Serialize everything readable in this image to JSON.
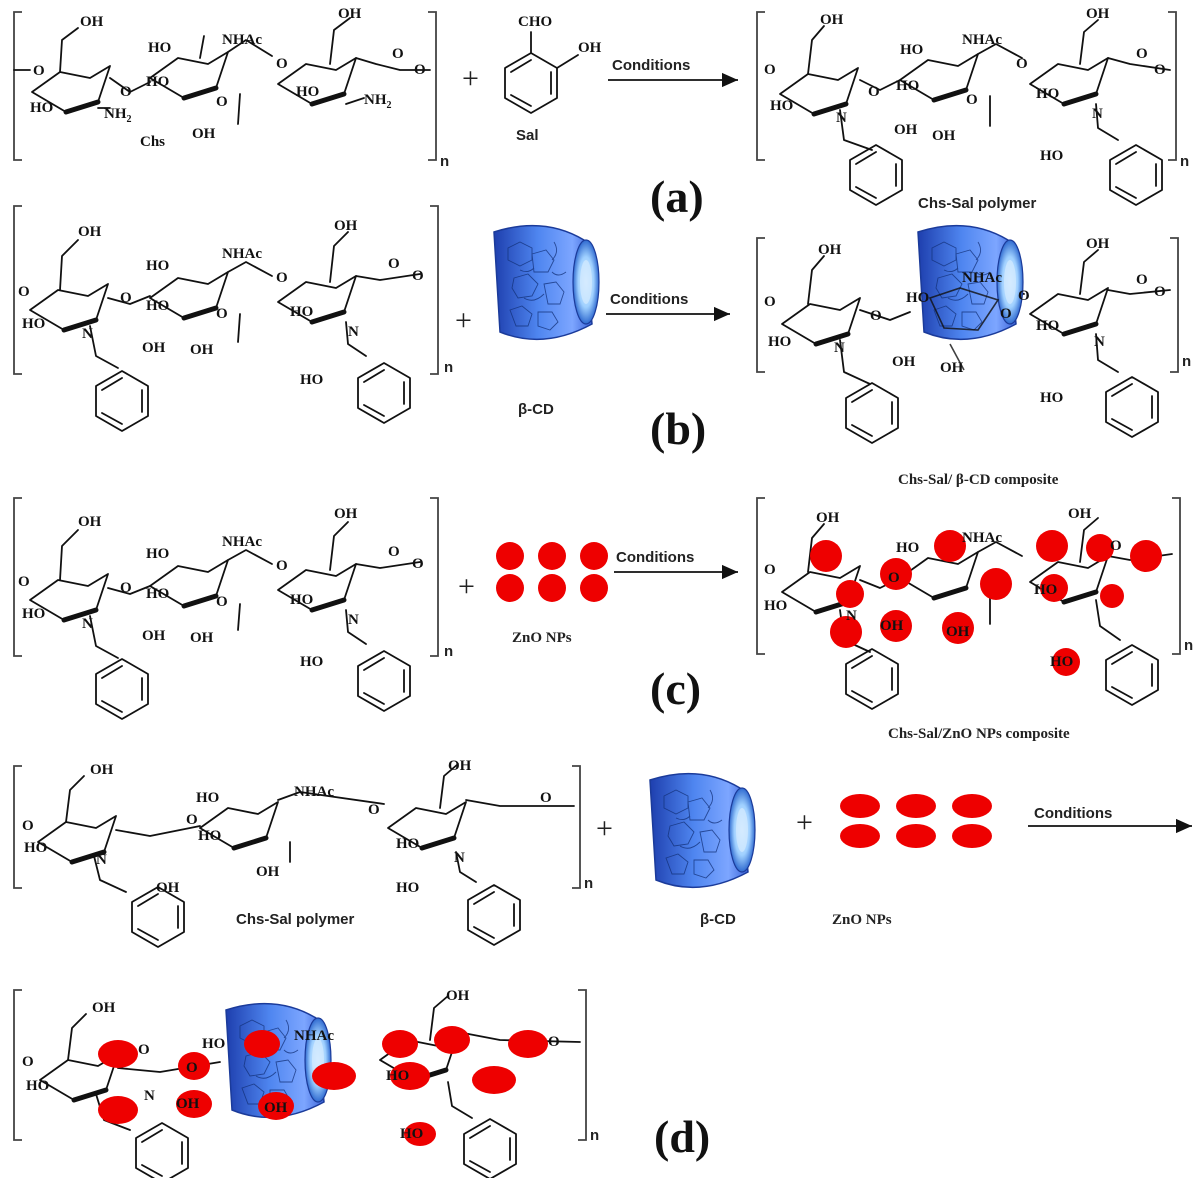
{
  "atoms": {
    "OH": "OH",
    "HO": "HO",
    "NHAc": "NHAc",
    "O": "O",
    "N": "N",
    "NH": "NH",
    "sub2": "2",
    "CHO": "CHO"
  },
  "labels": {
    "chs": "Chs",
    "sal": "Sal",
    "conditions": "Conditions",
    "plus": "+",
    "repeat_n": "n",
    "beta_cd": "β-CD",
    "zno": "ZnO NPs",
    "chs_sal_polymer": "Chs-Sal polymer",
    "chs_sal_bcd_composite": "Chs-Sal/ β-CD composite",
    "chs_sal_zno_composite": "Chs-Sal/ZnO NPs composite"
  },
  "panels": {
    "a": "(a)",
    "b": "(b)",
    "c": "(c)",
    "d": "(d)"
  },
  "colors": {
    "zno_red": "#ee0000",
    "bcd_blue": "#3b6fe0",
    "bcd_light": "#a9c6ff",
    "ink": "#111111"
  }
}
